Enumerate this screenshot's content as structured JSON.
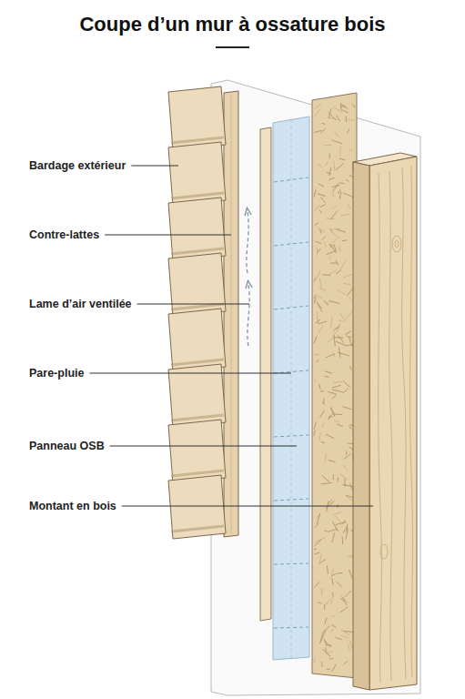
{
  "diagram": {
    "title": "Coupe d’un mur à ossature bois",
    "labels": [
      "Bardage extérieur",
      "Contre-lattes",
      "Lame d’air ventilée",
      "Pare-pluie",
      "Panneau OSB",
      "Montant en bois"
    ]
  }
}
